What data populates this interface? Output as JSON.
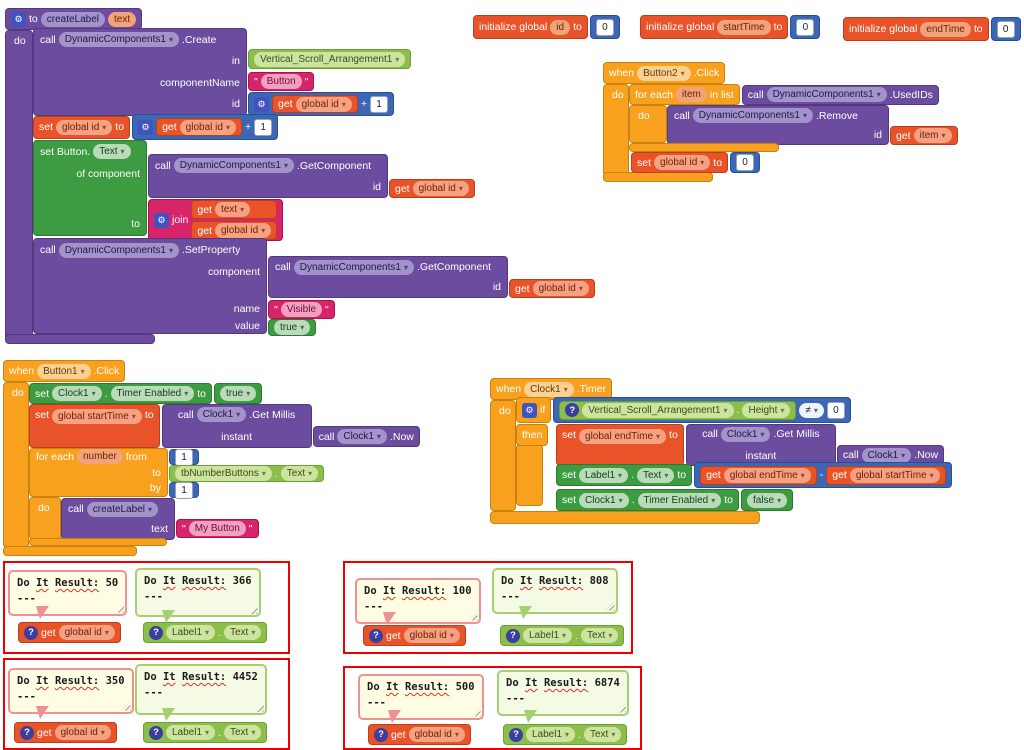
{
  "icons": {
    "gear": "⚙",
    "help": "?"
  },
  "kw": {
    "to": "to",
    "do": "do",
    "call": "call",
    "set": "set",
    "get": "get",
    "when": "when",
    "then": "then",
    "if": "if",
    "in": "in",
    "in_list": "in list",
    "for_each": "for each",
    "from": "from",
    "by": "by",
    "instant": "instant",
    "id": "id",
    "component": "component",
    "component_name": "componentName",
    "of_component": "of component",
    "name": "name",
    "value": "value",
    "text": "text",
    "join": "join",
    "init_global": "initialize global",
    "dot": ".",
    "quote": "\"",
    "plus": "+",
    "minus": "-",
    "neq": "≠"
  },
  "proc": {
    "name": "createLabel",
    "param": "text",
    "create": {
      "comp": "DynamicComponents1",
      "method": ".Create",
      "in_val": "Vertical_Scroll_Arrangement1",
      "cname": "Button",
      "num": "1",
      "idvar": "global id"
    },
    "setid": {
      "var": "global id",
      "getvar": "global id",
      "num": "1"
    },
    "setbtn": {
      "head": "set Button.",
      "prop": "Text",
      "gc_comp": "DynamicComponents1",
      "gc_method": ".GetComponent",
      "gc_id": "global id",
      "join_a": "text",
      "join_b": "global id"
    },
    "setprop": {
      "comp": "DynamicComponents1",
      "method": ".SetProperty",
      "gc_comp": "DynamicComponents1",
      "gc_method": ".GetComponent",
      "gc_id": "global id",
      "pname": "Visible",
      "pvalue": "true"
    }
  },
  "globals": [
    {
      "name": "id",
      "value": "0"
    },
    {
      "name": "startTime",
      "value": "0"
    },
    {
      "name": "endTime",
      "value": "0"
    }
  ],
  "btn2": {
    "comp": "Button2",
    "event": ".Click",
    "item": "item",
    "used_comp": "DynamicComponents1",
    "used_method": ".UsedIDs",
    "rm_comp": "DynamicComponents1",
    "rm_method": ".Remove",
    "rm_id": "item",
    "set_var": "global id",
    "set_val": "0"
  },
  "btn1": {
    "comp": "Button1",
    "event": ".Click",
    "timer": {
      "comp": "Clock1",
      "prop": "Timer Enabled",
      "val": "true"
    },
    "start": {
      "var": "global startTime",
      "m_comp": "Clock1",
      "m_method": ".Get Millis",
      "n_comp": "Clock1",
      "n_method": ".Now"
    },
    "loop": {
      "var": "number",
      "from": "1",
      "to_comp": "tbNumberButtons",
      "to_prop": "Text",
      "by": "1"
    },
    "callp": {
      "proc": "createLabel",
      "arg": "My Button"
    }
  },
  "clk": {
    "comp": "Clock1",
    "event": ".Timer",
    "cond": {
      "comp": "Vertical_Scroll_Arrangement1",
      "prop": "Height",
      "op": "≠",
      "num": "0"
    },
    "end": {
      "var": "global endTime",
      "m_comp": "Clock1",
      "m_method": ".Get Millis",
      "n_comp": "Clock1",
      "n_method": ".Now"
    },
    "lbl": {
      "comp": "Label1",
      "prop": "Text",
      "a": "global endTime",
      "b": "global startTime"
    },
    "timer": {
      "comp": "Clock1",
      "prop": "Timer Enabled",
      "val": "false"
    }
  },
  "doit": {
    "prefix": "Do",
    "word_it": "It",
    "word_result": "Result:",
    "dashes": "---",
    "get_label": "get",
    "get_var": "global id",
    "comp": "Label1",
    "prop": "Text",
    "groups": [
      {
        "left_val": "50",
        "right_val": "366"
      },
      {
        "left_val": "100",
        "right_val": "808"
      },
      {
        "left_val": "350",
        "right_val": "4452"
      },
      {
        "left_val": "500",
        "right_val": "6874"
      }
    ]
  },
  "colors": {
    "event_gold": "#F7A11E",
    "procedure_purple": "#6B4C9E",
    "variable_orange": "#E8532A",
    "math_blue": "#3B67B5",
    "setter_green": "#3D9B41",
    "getter_green": "#8CBE4B",
    "text_pink": "#D8246B",
    "error_red": "#EE0000"
  }
}
